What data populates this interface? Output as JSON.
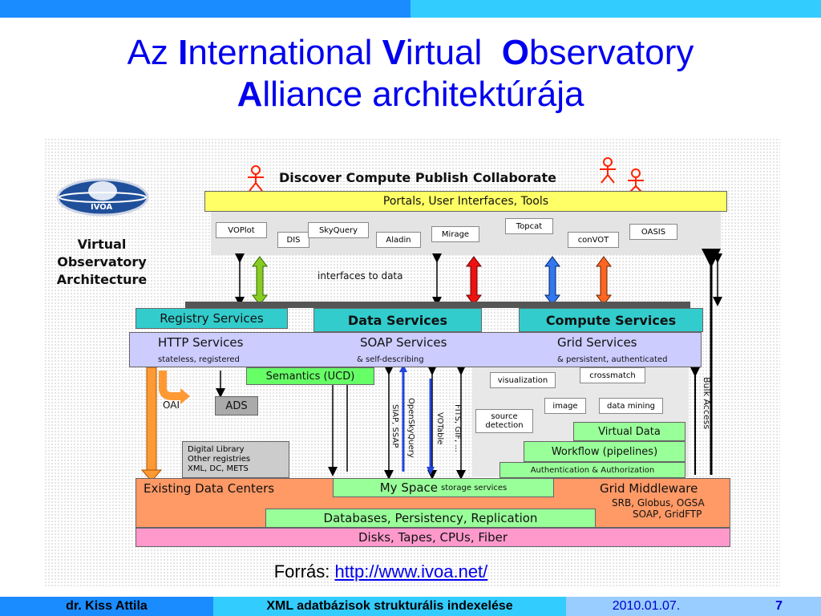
{
  "title": {
    "line1": [
      {
        "text": "Az ",
        "bold": false
      },
      {
        "text": "I",
        "bold": true
      },
      {
        "text": "nternational ",
        "bold": false
      },
      {
        "text": "V",
        "bold": true
      },
      {
        "text": "irtual  ",
        "bold": false
      },
      {
        "text": "O",
        "bold": true
      },
      {
        "text": "bservatory",
        "bold": false
      }
    ],
    "line2": [
      {
        "text": "A",
        "bold": true
      },
      {
        "text": "lliance architektúrája",
        "bold": false
      }
    ]
  },
  "diagram": {
    "logo_text": "IVOA",
    "side_title": [
      "Virtual",
      "Observatory",
      "Architecture"
    ],
    "top_caption": "Discover Compute Publish Collaborate",
    "portals": "Portals, User Interfaces, Tools",
    "tools": [
      "VOPlot",
      "DIS",
      "SkyQuery",
      "Aladin",
      "Mirage",
      "Topcat",
      "conVOT",
      "OASIS"
    ],
    "interfaces_label": "interfaces to data",
    "registry": "Registry Services",
    "data_services": "Data Services",
    "compute_services": "Compute Services",
    "http": "HTTP Services",
    "soap": "SOAP Services",
    "grid": "Grid Services",
    "stateless": "stateless, registered",
    "self_describing": "&  self-describing",
    "persistent": "& persistent, authenticated",
    "semantics": "Semantics (UCD)",
    "oai": "OAI",
    "ads": "ADS",
    "digital_library": [
      "Digital Library",
      "Other registries",
      "XML, DC, METS"
    ],
    "siap": "SIAP, SSAP",
    "openskyquery": "OpenSkyQuery",
    "votable": "VOTable",
    "fits": "FITS, GIF, ...",
    "visualization": "visualization",
    "crossmatch": "crossmatch",
    "image": "image",
    "data_mining": "data mining",
    "source_detection": [
      "source",
      "detection"
    ],
    "virtual_data": "Virtual Data",
    "workflow": "Workflow (pipelines)",
    "auth": "Authentication & Authorization",
    "bulk_access": "Bulk Access",
    "existing": "Existing Data Centers",
    "myspace": "My Space",
    "myspace_small": "storage services",
    "grid_middleware": "Grid Middleware",
    "gm_lines": [
      "SRB, Globus, OGSA",
      "SOAP, GridFTP"
    ],
    "databases": "Databases, Persistency, Replication",
    "disks": "Disks, Tapes, CPUs, Fiber",
    "colors": {
      "portals": "#ffff66",
      "registry": "#33cccc",
      "services": "#33cccc",
      "http_bar": "#ccccff",
      "semantics": "#66ff66",
      "green_light": "#99ff99",
      "orange": "#ff9966",
      "pink": "#ff99cc",
      "grey": "#cccccc"
    }
  },
  "source": {
    "label": "Forrás: ",
    "link": "http://www.ivoa.net/"
  },
  "footer": {
    "author": "dr. Kiss Attila",
    "course": "XML adatbázisok strukturális indexelése",
    "date": "2010.01.07.",
    "page": "7"
  }
}
